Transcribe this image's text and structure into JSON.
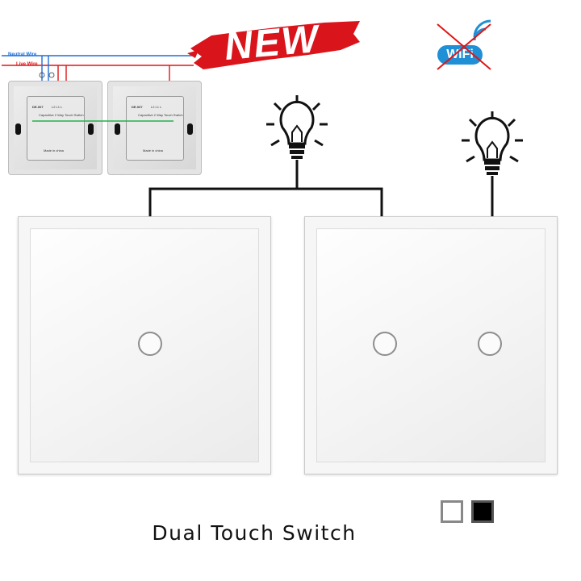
{
  "wiring": {
    "neutral_label": "Neutral Wire",
    "live_label": "Live Wire",
    "switch_model_left": "DE-007",
    "switch_model_right": "DE-007",
    "switch_desc": "Capacitive 2 Way Touch Switch",
    "terminals": "L2 L1 L",
    "made_in": "Made in china",
    "neutral_color": "#1e6fd9",
    "live_color": "#e01515",
    "link_color": "#22b14c"
  },
  "banner": {
    "text": "NEW",
    "color": "#d9141b"
  },
  "wifi": {
    "text": "WiFi",
    "badge_color": "#1f8fd6",
    "cross_color": "#e01515"
  },
  "caption": "Dual Touch Switch",
  "colors": {
    "white_option": "#ffffff",
    "black_option": "#000000"
  }
}
